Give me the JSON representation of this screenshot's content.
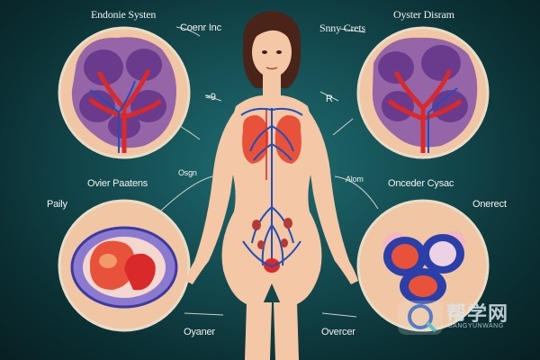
{
  "labels": {
    "top_left_title": "Endonie Systen",
    "top_left_mid": "Coenr Inc",
    "top_right_mid": "Snny Crets",
    "top_right_title": "Oyster Disram",
    "arrow_left": "≈9",
    "arrow_right": "R",
    "mid_left_title": "Ovier Paatens",
    "mid_left_small": "Osgn",
    "mid_right_small": "Alom",
    "mid_right_title": "Onceder Cysac",
    "side_left": "Paily",
    "side_right": "Onerect",
    "bottom_left": "Oyaner",
    "bottom_right": "Overcer"
  },
  "watermark": {
    "cn": "帮学网",
    "en": "BANGYUNWANG"
  },
  "colors": {
    "skin": "#f4c7a6",
    "organ_red": "#e8523a",
    "vein_blue": "#1f4fb8",
    "artery_red": "#d9292b",
    "lobe_purple": "#7b4aa0",
    "circle_bg": "#f0c6a4"
  }
}
